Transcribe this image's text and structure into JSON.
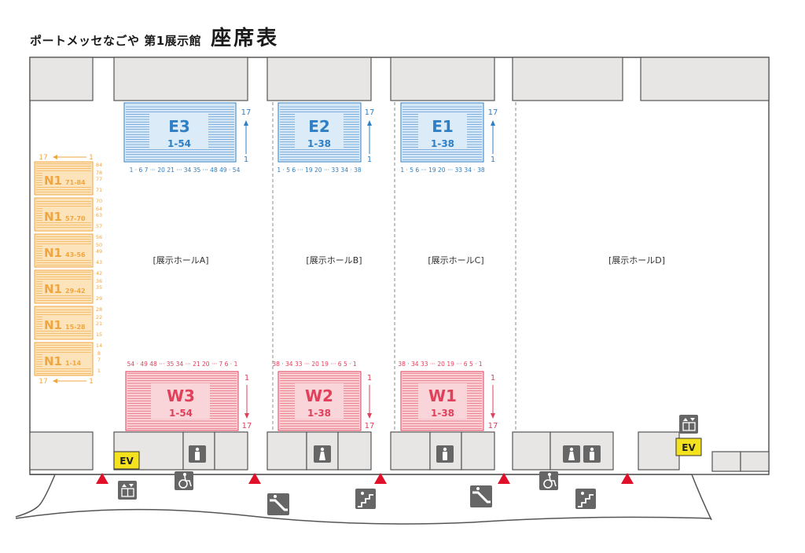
{
  "header": {
    "venue": "ポートメッセなごや 第1展示館",
    "title": "座席表"
  },
  "colors": {
    "east": "#2f7fc4",
    "east_fill": "#dcebf8",
    "west": "#e0405a",
    "west_fill": "#f9d4d8",
    "north": "#f0a640",
    "north_fill": "#fde3ba",
    "wall": "#555555",
    "room_fill": "#e8e6e4",
    "exit": "#e0102a",
    "ev": "#f4e21e"
  },
  "halls": [
    {
      "label": "[展示ホールA]"
    },
    {
      "label": "[展示ホールB]"
    },
    {
      "label": "[展示ホールC]"
    },
    {
      "label": "[展示ホールD]"
    }
  ],
  "east_blocks": [
    {
      "name": "E3",
      "range": "1-54",
      "row_top": "17",
      "row_bottom": "1",
      "seat_scale": "1 · 6 7 ··· 20 21 ··· 34 35 ··· 48 49 · 54"
    },
    {
      "name": "E2",
      "range": "1-38",
      "row_top": "17",
      "row_bottom": "1",
      "seat_scale": "1 · 5 6 ··· 19 20 ··· 33 34 · 38"
    },
    {
      "name": "E1",
      "range": "1-38",
      "row_top": "17",
      "row_bottom": "1",
      "seat_scale": "1 · 5 6 ··· 19 20 ··· 33 34 · 38"
    }
  ],
  "west_blocks": [
    {
      "name": "W3",
      "range": "1-54",
      "row_top": "1",
      "row_bottom": "17",
      "seat_scale": "54 · 49 48 ··· 35 34 ··· 21 20 ··· 7 6 · 1"
    },
    {
      "name": "W2",
      "range": "1-38",
      "row_top": "1",
      "row_bottom": "17",
      "seat_scale": "38 · 34 33 ··· 20 19 ··· 6 5 · 1"
    },
    {
      "name": "W1",
      "range": "1-38",
      "row_top": "1",
      "row_bottom": "17",
      "seat_scale": "38 · 34 33 ··· 20 19 ··· 6 5 · 1"
    }
  ],
  "north_blocks": [
    {
      "name": "N1",
      "range": "71-84",
      "side_top": "84",
      "side_a": "78",
      "side_b": "77",
      "side_bottom": "71"
    },
    {
      "name": "N1",
      "range": "57-70",
      "side_top": "70",
      "side_a": "64",
      "side_b": "63",
      "side_bottom": "57"
    },
    {
      "name": "N1",
      "range": "43-56",
      "side_top": "56",
      "side_a": "50",
      "side_b": "49",
      "side_bottom": "43"
    },
    {
      "name": "N1",
      "range": "29-42",
      "side_top": "42",
      "side_a": "36",
      "side_b": "35",
      "side_bottom": "29"
    },
    {
      "name": "N1",
      "range": "15-28",
      "side_top": "28",
      "side_a": "22",
      "side_b": "21",
      "side_bottom": "15"
    },
    {
      "name": "N1",
      "range": "1-14",
      "side_top": "14",
      "side_a": "8",
      "side_b": "7",
      "side_bottom": "1"
    }
  ],
  "north_scale": {
    "left": "17",
    "right": "1"
  },
  "ev_label": "EV",
  "icons": [
    "restroom-male-icon",
    "restroom-female-icon",
    "wheelchair-icon",
    "escalator-icon",
    "stairs-icon",
    "elevator-icon",
    "exit-triangle-icon"
  ]
}
